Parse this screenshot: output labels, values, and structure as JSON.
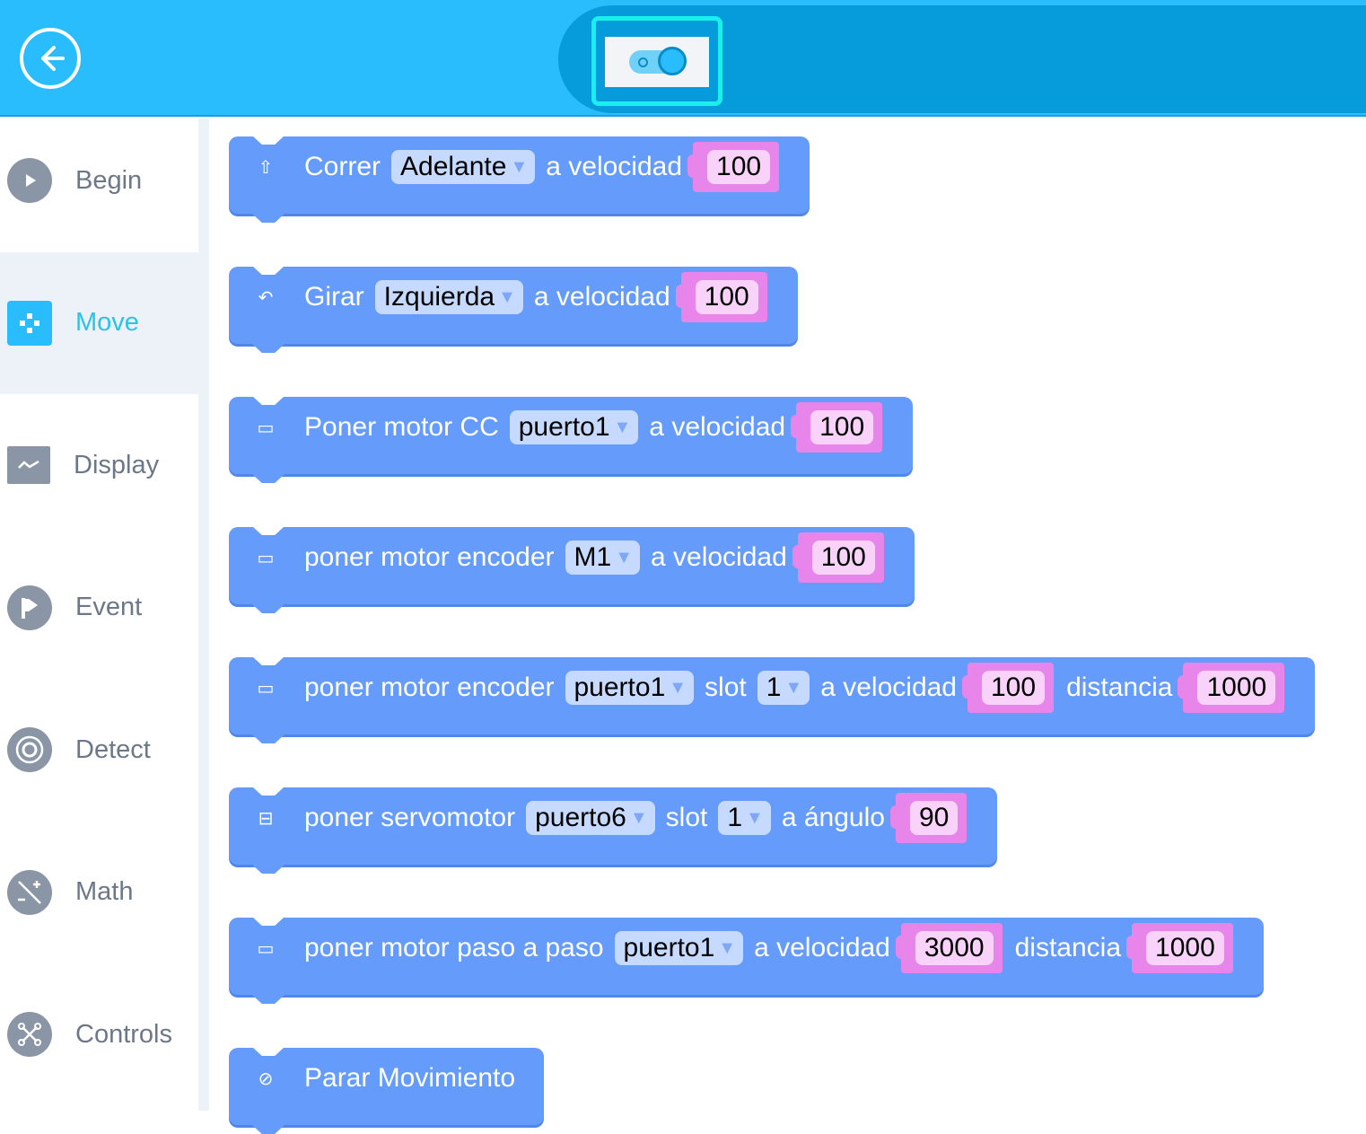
{
  "header": {
    "back_icon": "arrow-left-circle-icon",
    "toggle_state": "on"
  },
  "colors": {
    "header": "#29bdfd",
    "block": "#659cfb",
    "number_slot": "#e885ea",
    "active_category": "#2cc3e6"
  },
  "sidebar": {
    "items": [
      {
        "label": "Begin",
        "icon": "play-icon",
        "active": false
      },
      {
        "label": "Move",
        "icon": "move-icon",
        "active": true
      },
      {
        "label": "Display",
        "icon": "display-icon",
        "active": false
      },
      {
        "label": "Event",
        "icon": "flag-icon",
        "active": false
      },
      {
        "label": "Detect",
        "icon": "radar-icon",
        "active": false
      },
      {
        "label": "Math",
        "icon": "math-icon",
        "active": false
      },
      {
        "label": "Controls",
        "icon": "controls-icon",
        "active": false
      }
    ]
  },
  "blocks": [
    {
      "icon": "arrow-up-icon",
      "parts": [
        {
          "type": "text",
          "value": "Correr"
        },
        {
          "type": "dropdown",
          "value": "Adelante"
        },
        {
          "type": "text",
          "value": "a velocidad"
        },
        {
          "type": "number",
          "value": "100"
        }
      ]
    },
    {
      "icon": "turn-left-icon",
      "parts": [
        {
          "type": "text",
          "value": "Girar"
        },
        {
          "type": "dropdown",
          "value": "Izquierda"
        },
        {
          "type": "text",
          "value": "a velocidad"
        },
        {
          "type": "number",
          "value": "100"
        }
      ]
    },
    {
      "icon": "dc-motor-icon",
      "parts": [
        {
          "type": "text",
          "value": "Poner motor CC"
        },
        {
          "type": "dropdown",
          "value": "puerto1"
        },
        {
          "type": "text",
          "value": "a velocidad"
        },
        {
          "type": "number",
          "value": "100"
        }
      ]
    },
    {
      "icon": "encoder-motor-icon",
      "parts": [
        {
          "type": "text",
          "value": "poner motor encoder"
        },
        {
          "type": "dropdown",
          "value": "M1"
        },
        {
          "type": "text",
          "value": "a velocidad"
        },
        {
          "type": "number",
          "value": "100"
        }
      ]
    },
    {
      "icon": "encoder-motor-icon",
      "parts": [
        {
          "type": "text",
          "value": "poner motor encoder"
        },
        {
          "type": "dropdown",
          "value": "puerto1"
        },
        {
          "type": "text",
          "value": "slot"
        },
        {
          "type": "dropdown",
          "value": "1"
        },
        {
          "type": "text",
          "value": "a velocidad"
        },
        {
          "type": "number",
          "value": "100"
        },
        {
          "type": "text",
          "value": "distancia"
        },
        {
          "type": "number",
          "value": "1000"
        }
      ]
    },
    {
      "icon": "servo-icon",
      "parts": [
        {
          "type": "text",
          "value": "poner servomotor"
        },
        {
          "type": "dropdown",
          "value": "puerto6"
        },
        {
          "type": "text",
          "value": "slot"
        },
        {
          "type": "dropdown",
          "value": "1"
        },
        {
          "type": "text",
          "value": "a ángulo"
        },
        {
          "type": "number",
          "value": "90"
        }
      ]
    },
    {
      "icon": "stepper-motor-icon",
      "parts": [
        {
          "type": "text",
          "value": "poner motor paso a paso"
        },
        {
          "type": "dropdown",
          "value": "puerto1"
        },
        {
          "type": "text",
          "value": "a velocidad"
        },
        {
          "type": "number",
          "value": "3000"
        },
        {
          "type": "text",
          "value": "distancia"
        },
        {
          "type": "number",
          "value": "1000"
        }
      ]
    },
    {
      "icon": "stop-icon",
      "parts": [
        {
          "type": "text",
          "value": "Parar Movimiento"
        }
      ]
    }
  ]
}
